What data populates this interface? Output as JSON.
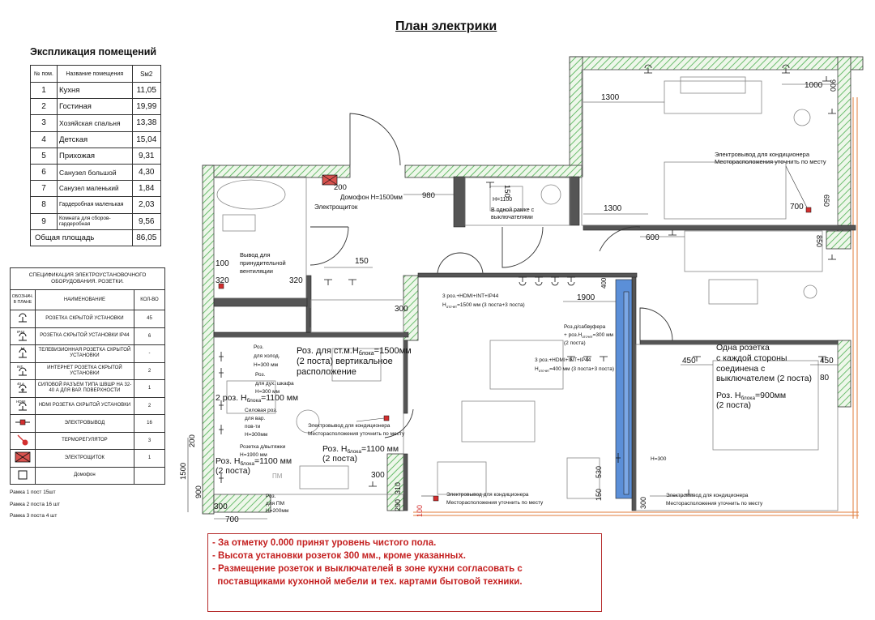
{
  "title": "План электрики",
  "explication": {
    "title": "Экспликация помещений",
    "headers": [
      "№ пом.",
      "Название помещения",
      "Sм2"
    ],
    "rooms": [
      {
        "num": "1",
        "name": "Кухня",
        "area": "11,05"
      },
      {
        "num": "2",
        "name": "Гостиная",
        "area": "19,99"
      },
      {
        "num": "3",
        "name": "Хозяйская спальня",
        "area": "13,38"
      },
      {
        "num": "4",
        "name": "Детская",
        "area": "15,04"
      },
      {
        "num": "5",
        "name": "Прихожая",
        "area": "9,31"
      },
      {
        "num": "6",
        "name": "Санузел большой",
        "area": "4,30"
      },
      {
        "num": "7",
        "name": "Санузел маленький",
        "area": "1,84"
      },
      {
        "num": "8",
        "name": "Гардеробная маленькая",
        "area": "2,03"
      },
      {
        "num": "9",
        "name": "Комната для сборов-гардеробная",
        "area": "9,56"
      }
    ],
    "total_label": "Общая площадь",
    "total_area": "86,05"
  },
  "spec": {
    "title": "СПЕЦИФИКАЦИЯ ЭЛЕКТРОУСТАНОВОЧНОГО ОБОРУДОВАНИЯ. РОЗЕТКИ.",
    "headers": [
      "ОБОЗНАЧ. В ПЛАНЕ",
      "НАИМЕНОВАНИЕ",
      "КОЛ-ВО"
    ],
    "rows": [
      {
        "icon": "socket-icon",
        "name": "РОЗЕТКА СКРЫТОЙ УСТАНОВКИ",
        "qty": "45"
      },
      {
        "icon": "socket-ip44-icon",
        "name": "РОЗЕТКА СКРЫТОЙ УСТАНОВКИ IP44",
        "qty": "6"
      },
      {
        "icon": "tv-socket-icon",
        "name": "ТЕЛЕВИЗИОННАЯ РОЗЕТКА СКРЫТОЙ УСТАНОВКИ",
        "qty": "-"
      },
      {
        "icon": "internet-socket-icon",
        "name": "ИНТЕРНЕТ РОЗЕТКА СКРЫТОЙ УСТАНОВКИ",
        "qty": "2"
      },
      {
        "icon": "power-socket-icon",
        "name": "СИЛОВОЙ РАЗЪЕМ ТИПА ШВШР НА 32-40 А ДЛЯ ВАР. ПОВЕРХНОСТИ",
        "qty": "1"
      },
      {
        "icon": "hdmi-socket-icon",
        "name": "HDMI РОЗЕТКА СКРЫТОЙ УСТАНОВКИ",
        "qty": "2"
      },
      {
        "icon": "cable-outlet-icon",
        "name": "ЭЛЕКТРОВЫВОД",
        "qty": "16"
      },
      {
        "icon": "thermostat-icon",
        "name": "ТЕРМОРЕГУЛЯТОР",
        "qty": "3"
      },
      {
        "icon": "electric-panel-icon",
        "name": "ЭЛЕКТРОЩИТОК",
        "qty": "1"
      },
      {
        "icon": "intercom-icon",
        "name": "Домофон",
        "qty": ""
      }
    ],
    "icon_labels": {
      "ip44": "IP44",
      "int": "INT",
      "amp": "40 A",
      "hdmi": "HDMI"
    }
  },
  "frames": [
    "Рамка 1 пост  15шт",
    "Рамка 2 поста  16 шт",
    "Рамка 3 поста  4 шт"
  ],
  "notes": [
    "- За отметку 0.000 принят уровень чистого пола.",
    "- Высота установки розеток 300 мм., кроме указанных.",
    "- Размещение розеток и выключателей в зоне кухни согласовать с",
    "  поставщиками кухонной мебели и тех. картами бытовой техники."
  ],
  "plan_labels": {
    "intercom": "Домофон H=1500мм",
    "panel": "Электрощиток",
    "dim_980": "980",
    "dim_200": "200",
    "dim_150a": "150",
    "h1100": "H=1100",
    "one_frame": "В одной рамке с",
    "switches": "выключателями",
    "dim_1300a": "1300",
    "dim_1000": "1000",
    "dim_900": "900",
    "ac_top_1": "Электровывод для кондиционера",
    "ac_top_2": "Месторасположения уточнить по месту",
    "dim_700a": "700",
    "dim_650": "650",
    "dim_1300b": "1300",
    "dim_600": "600",
    "dim_850": "850",
    "vent_1": "Вывод для",
    "vent_2": "принудительной",
    "vent_3": "вентиляции",
    "dim_100a": "100",
    "dim_320a": "320",
    "dim_320b": "320",
    "dim_150b": "150",
    "dim_300a": "300",
    "soc_1": "3 роз.+HDMI+INT+IP44",
    "soc_2": "H",
    "soc_2b": "отсчет",
    "soc_2c": "=1500 мм (3 поста+3 поста)",
    "dim_1900": "1900",
    "dim_400": "400",
    "sub_1": "Роз.д/сабвуфера",
    "sub_2": "+ роз.H",
    "sub_2b": "отсчет",
    "sub_2c": "=300 мм",
    "sub_3": "(2 поста)",
    "soc_3": "3 роз.+HDMI+INT+IP44",
    "soc_4": "H",
    "soc_4b": "отсчет",
    "soc_4c": "=400 мм (3 поста+3 поста)",
    "fridge_1": "Роз.",
    "fridge_2": "для холод.",
    "fridge_3": "H=300 мм",
    "oven_1": "Роз.",
    "oven_2": "для дух. шкафа",
    "oven_3": "H=300 мм",
    "wall_1": "Роз. для ст.м.H",
    "wall_1b": "блока",
    "wall_1c": "=1500мм",
    "wall_2": "(2 поста) вертикальное",
    "wall_3": "расположение",
    "two_soc": "2 роз. H",
    "two_soc_b": "блока",
    "two_soc_c": "=1100 мм",
    "cook_1": "Силовая роз.",
    "cook_2": "для вар.",
    "cook_3": "пов-ти",
    "cook_4": "H=300мм",
    "hood_1": "Розетка д/вытяжки",
    "hood_2": "H=1900 мм",
    "ac_mid_1": "Электровывод для кондиционера",
    "ac_mid_2": "Месторасположения уточнить по месту",
    "r1100_1": "Роз. H",
    "r1100_1b": "блока",
    "r1100_1c": "=1100 мм",
    "r1100_2": "(2 поста)",
    "l1100_1": "Роз. H",
    "l1100_1b": "блока",
    "l1100_1c": "=1100 мм",
    "l1100_2": "(2 поста)",
    "pm": "ПМ",
    "pm_1": "Роз.",
    "pm_2": "для ПМ",
    "pm_3": "H=200мм",
    "dim_1500": "1500",
    "dim_200b": "200",
    "dim_900b": "900",
    "dim_700b": "700",
    "dim_300b": "300",
    "dim_300c": "300",
    "dim_310": "310",
    "dim_290": "290",
    "dim_100b": "100",
    "ac_bot_1": "Электровывод для кондиционера",
    "ac_bot_2": "Месторасположения уточнить по месту",
    "dim_530": "530",
    "dim_150c": "150",
    "h300": "H=300",
    "dim_300d": "300",
    "ac_right_1": "Электровывод для кондиционера",
    "ac_right_2": "Месторасположения уточнить по месту",
    "bed_1": "Одна розетка",
    "bed_2": "с каждой стороны",
    "bed_3": "соединена с",
    "bed_4": "выключателем (2 поста)",
    "dim_450a": "450",
    "dim_450b": "450",
    "dim_80": "80",
    "bed_h_1": "Роз. H",
    "bed_h_1b": "блока",
    "bed_h_1c": "=900мм",
    "bed_h_2": "(2 поста)"
  },
  "colors": {
    "wall_hatch": "#4caf50",
    "accent_red": "#c42020",
    "appliance_blue": "#5b8fd8"
  }
}
